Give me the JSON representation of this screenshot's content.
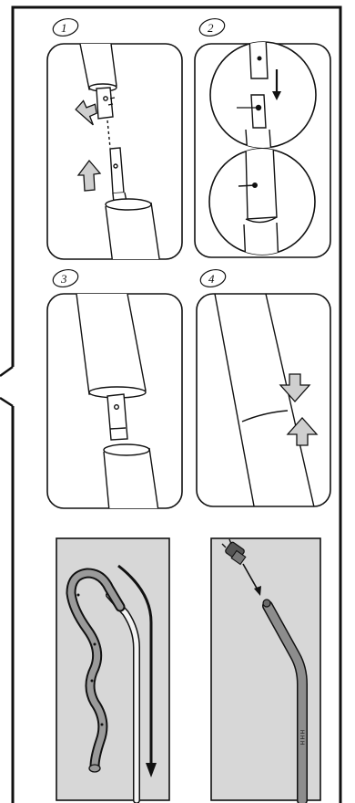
{
  "diagram": {
    "steps": [
      {
        "number": "1"
      },
      {
        "number": "2"
      },
      {
        "number": "3"
      },
      {
        "number": "4"
      }
    ],
    "lower_panels": [
      {
        "name": "hose-wrap-panel"
      },
      {
        "name": "plug-insert-panel"
      }
    ],
    "shaft_label": "H H H",
    "colors": {
      "line": "#111111",
      "panel_bg": "#d7d7d7",
      "tube_dark": "#8d8d8d",
      "arrow_fill": "#cfcfcf"
    }
  }
}
